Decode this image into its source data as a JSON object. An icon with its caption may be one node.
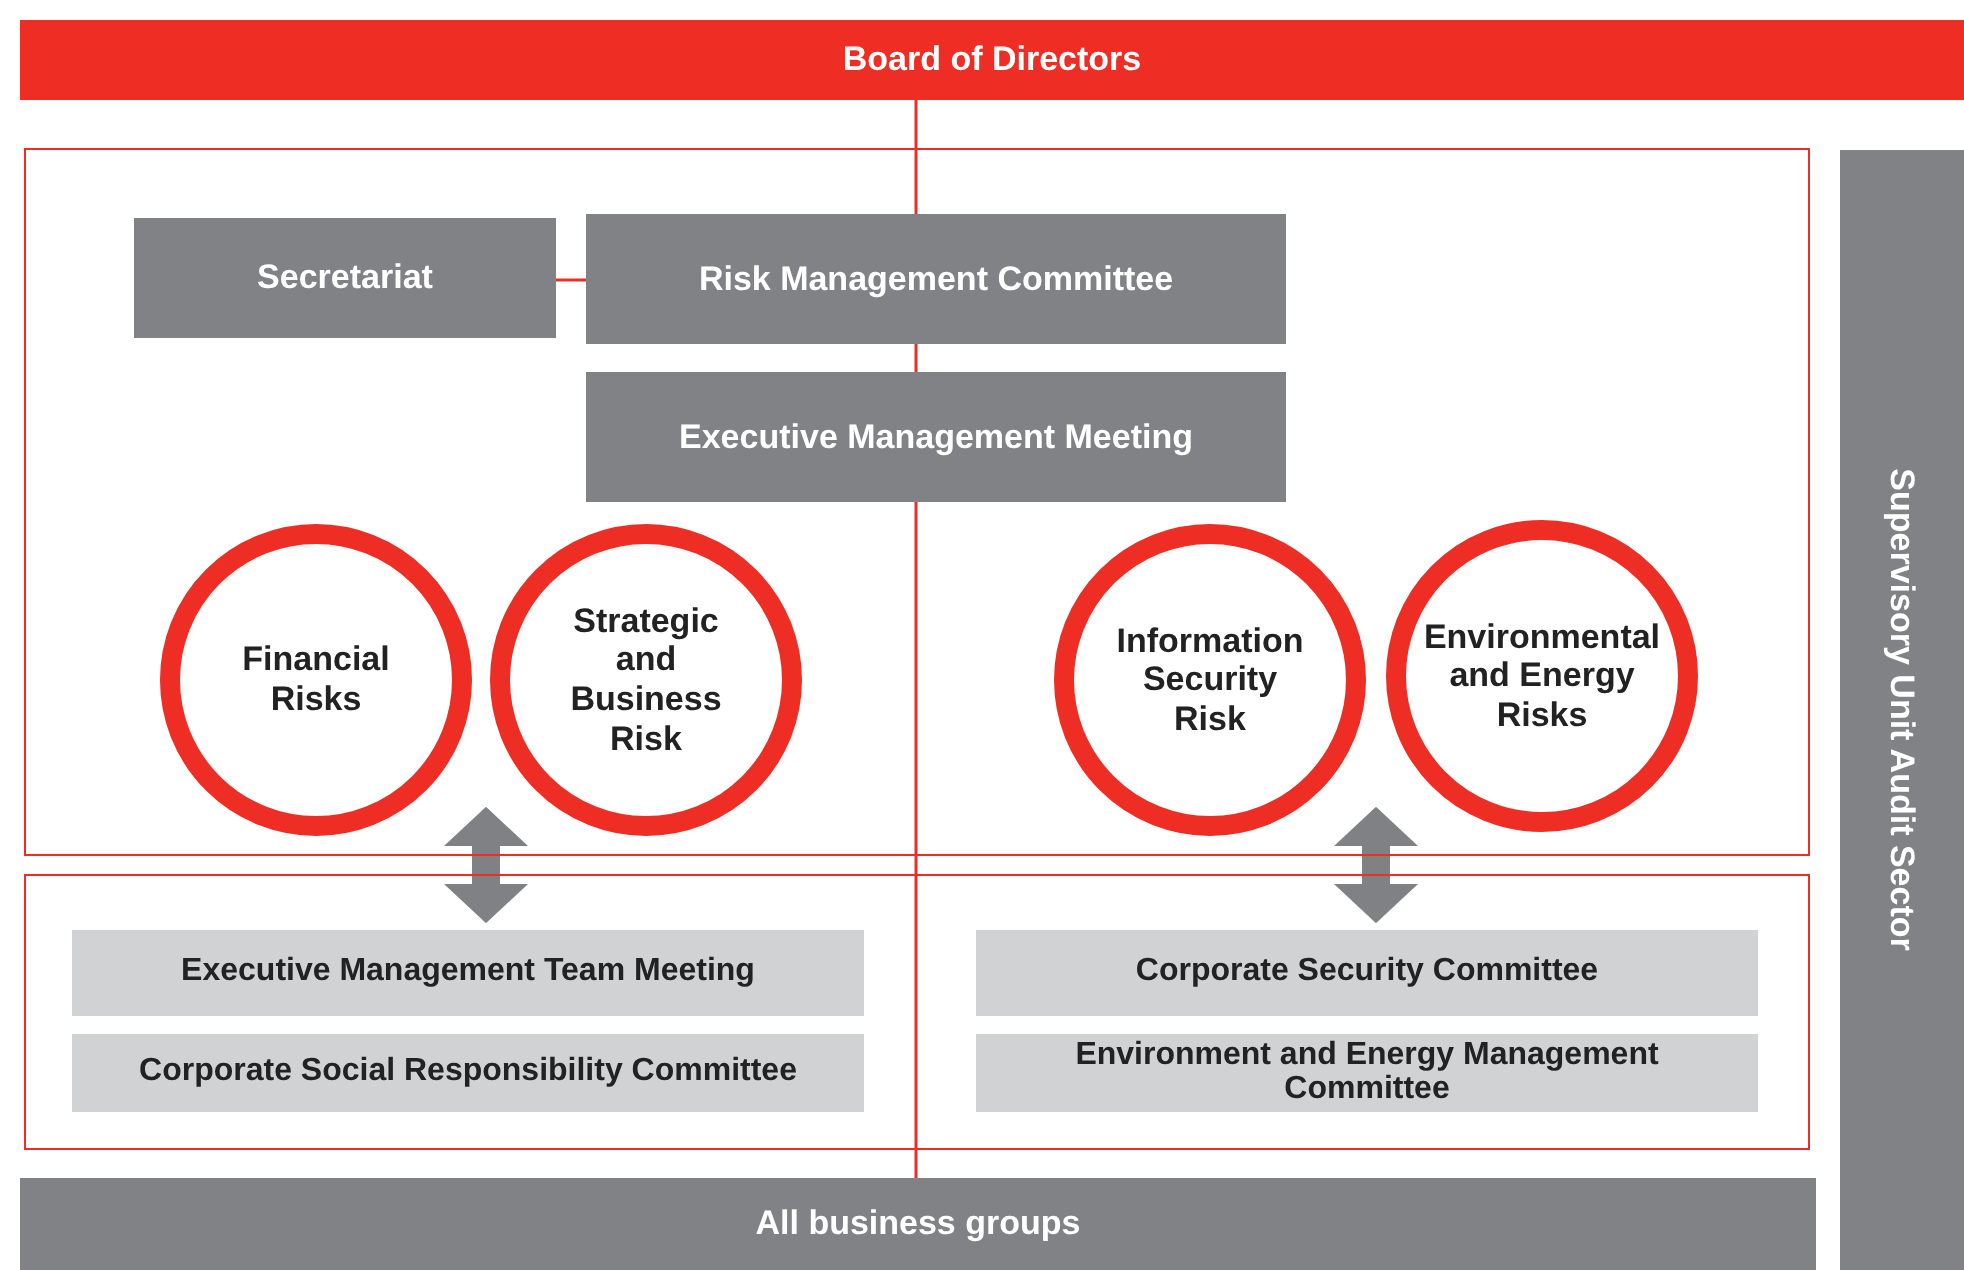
{
  "diagram": {
    "nodes": [
      {
        "text": [
          "Board of Directors"
        ]
      },
      {
        "text": [],
        "shape": "box"
      },
      {
        "text": [
          "Secretariat"
        ],
        "in": 1
      },
      {
        "text": [
          "Risk Management Committee"
        ],
        "in": 1
      },
      {
        "text": [
          "Executive Management Meeting"
        ],
        "in": 1
      },
      {
        "text": [
          "Financial Risks"
        ],
        "in": 1
      },
      {
        "text": [
          "Strategic and Business Risk"
        ],
        "in": 1
      },
      {
        "text": [
          "Information Security Risk"
        ],
        "in": 1
      },
      {
        "text": [
          "Environmental and Energy Risks"
        ],
        "in": 1
      },
      {
        "text": [],
        "shape": "box"
      },
      {
        "text": [
          "Executive Management Team Meeting"
        ],
        "in": 9
      },
      {
        "text": [
          "Corporate Social Responsibility Committee"
        ],
        "in": 9
      },
      {
        "text": [
          "Corporate Security Committee"
        ],
        "in": 9
      },
      {
        "text": [
          "Environment and Energy Management Committee"
        ],
        "in": 9
      },
      {
        "text": [
          "All business groups"
        ]
      },
      {
        "text": [
          "Supervisory Unit Audit Sector"
        ]
      }
    ],
    "edges": [
      {
        "from": 0,
        "to": 3,
        "arrow": "none"
      },
      {
        "from": 2,
        "to": 3,
        "arrow": "none"
      },
      {
        "from": 3,
        "to": 4,
        "arrow": "none"
      },
      {
        "from": 4,
        "to": 14,
        "arrow": "none"
      },
      {
        "from": 1,
        "to": 9,
        "arrow": "both",
        "style": "thick",
        "color": "#808185"
      },
      {
        "from": 1,
        "to": 9,
        "arrow": "both",
        "style": "thick",
        "color": "#808185"
      }
    ]
  }
}
